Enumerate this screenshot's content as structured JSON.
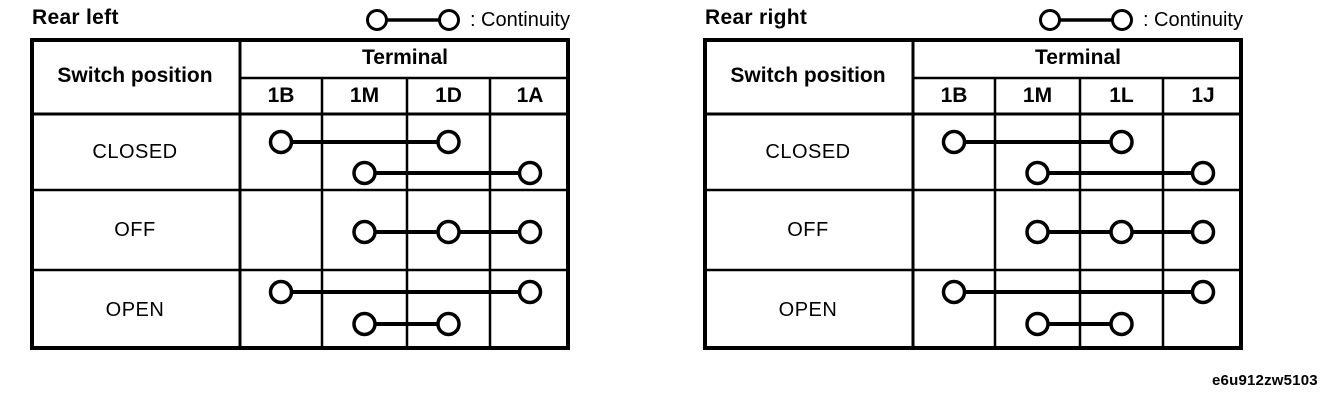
{
  "page": {
    "figure_code": "e6u912zw5103"
  },
  "colors": {
    "ink": "#000000",
    "paper": "#ffffff"
  },
  "tables": [
    {
      "title": "Rear left",
      "legend_label": ": Continuity",
      "header": {
        "switch_position": "Switch position",
        "terminal": "Terminal"
      },
      "terminals": [
        "1B",
        "1M",
        "1D",
        "1A"
      ],
      "rows": [
        {
          "label": "CLOSED",
          "connections": [
            {
              "terminals": [
                "1B",
                "1D"
              ],
              "y_frac": 0.37
            },
            {
              "terminals": [
                "1M",
                "1A"
              ],
              "y_frac": 0.77
            }
          ]
        },
        {
          "label": "OFF",
          "connections": [
            {
              "terminals": [
                "1M",
                "1D",
                "1A"
              ],
              "y_frac": 0.53
            }
          ]
        },
        {
          "label": "OPEN",
          "connections": [
            {
              "terminals": [
                "1B",
                "1A"
              ],
              "y_frac": 0.28
            },
            {
              "terminals": [
                "1M",
                "1D"
              ],
              "y_frac": 0.67
            }
          ]
        }
      ]
    },
    {
      "title": "Rear right",
      "legend_label": ": Continuity",
      "header": {
        "switch_position": "Switch position",
        "terminal": "Terminal"
      },
      "terminals": [
        "1B",
        "1M",
        "1L",
        "1J"
      ],
      "rows": [
        {
          "label": "CLOSED",
          "connections": [
            {
              "terminals": [
                "1B",
                "1L"
              ],
              "y_frac": 0.37
            },
            {
              "terminals": [
                "1M",
                "1J"
              ],
              "y_frac": 0.77
            }
          ]
        },
        {
          "label": "OFF",
          "connections": [
            {
              "terminals": [
                "1M",
                "1L",
                "1J"
              ],
              "y_frac": 0.53
            }
          ]
        },
        {
          "label": "OPEN",
          "connections": [
            {
              "terminals": [
                "1B",
                "1J"
              ],
              "y_frac": 0.28
            },
            {
              "terminals": [
                "1M",
                "1L"
              ],
              "y_frac": 0.67
            }
          ]
        }
      ]
    }
  ]
}
